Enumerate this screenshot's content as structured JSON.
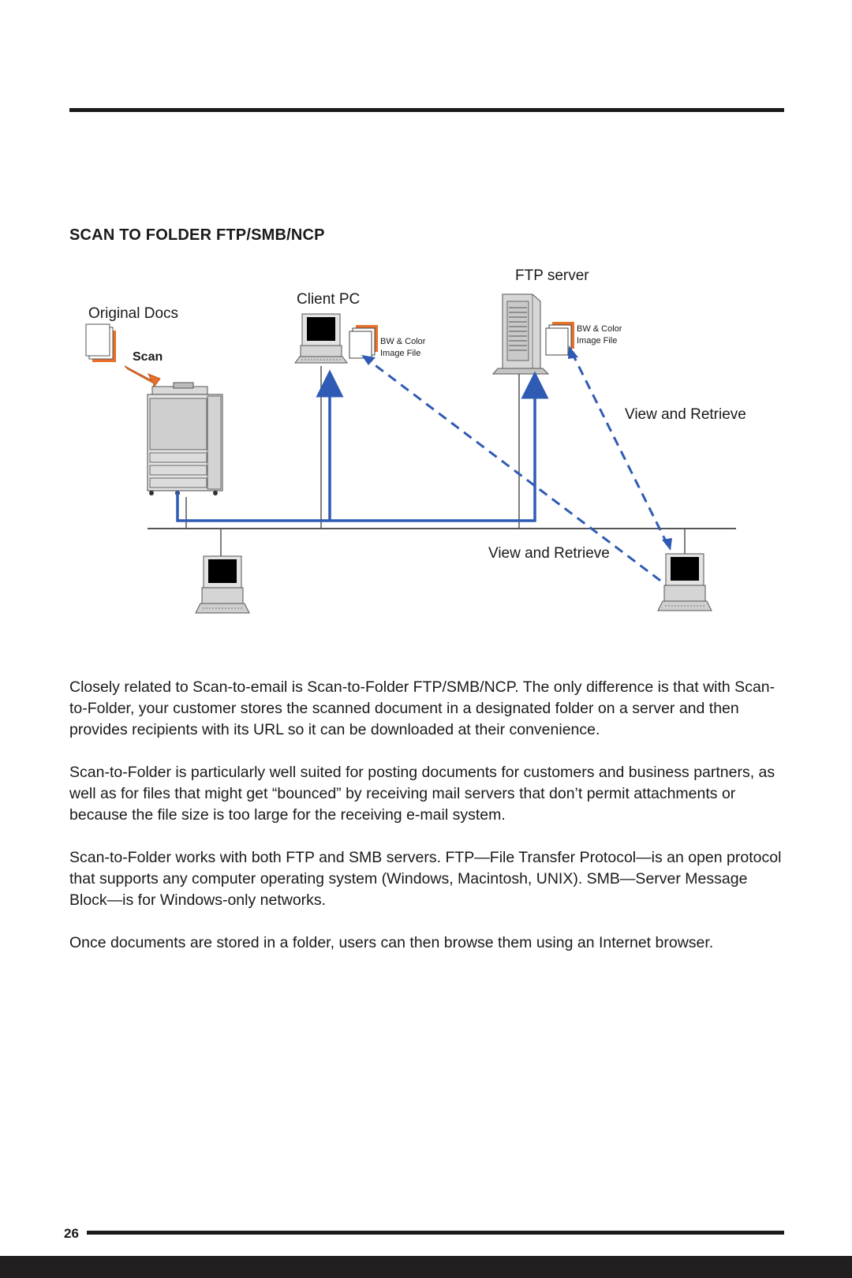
{
  "section": {
    "heading": "SCAN TO FOLDER FTP/SMB/NCP"
  },
  "diagram": {
    "labels": {
      "original_docs": "Original Docs",
      "scan": "Scan",
      "client_pc": "Client PC",
      "ftp_server": "FTP server",
      "bw_color": "BW & Color",
      "image_file": "Image File",
      "view_retrieve": "View and Retrieve"
    },
    "colors": {
      "network_line": "#2f5bb5",
      "arrow": "#2f5bb5",
      "file_accent": "#e8702a"
    }
  },
  "body": {
    "paragraphs": [
      "Closely related to Scan-to-email is Scan-to-Folder FTP/SMB/NCP. The only difference is that with Scan-to-Folder, your customer stores the scanned document in a designated folder on a server and then provides recipients with its URL so it can be downloaded at their convenience.",
      "Scan-to-Folder is particularly well suited for posting documents for customers and business partners, as well as for files that might get “bounced” by receiving mail servers that don’t permit attachments or because the file size is too large for the receiving e-mail system.",
      "Scan-to-Folder works with both FTP and SMB servers. FTP—File Transfer Protocol—is an open protocol that supports any computer operating system (Windows, Macintosh, UNIX). SMB—Server Message Block—is for Windows-only networks.",
      "Once documents are stored in a folder, users can then browse them using an Internet browser."
    ]
  },
  "footer": {
    "page_number": "26"
  }
}
